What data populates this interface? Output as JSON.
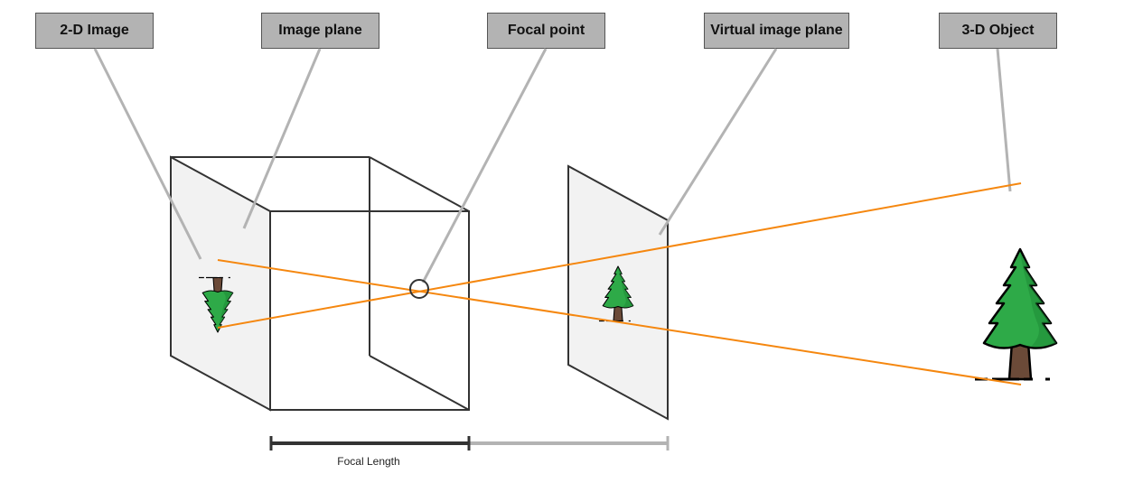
{
  "labels": {
    "image_2d": "2-D Image",
    "image_plane": "Image plane",
    "focal_point": "Focal point",
    "virtual_image_plane": "Virtual image plane",
    "object_3d": "3-D Object"
  },
  "focal_length_label": "Focal Length",
  "colors": {
    "label_fill": "#b3b3b3",
    "label_border": "#555555",
    "ray": "#f5870f",
    "leader_line": "#b3b3b3",
    "box_stroke": "#333333",
    "plane_fill": "#f2f2f2",
    "tree_green": "#2eaa48",
    "tree_dark_green": "#1f8a37",
    "trunk": "#6b4a38",
    "focal_bar": "#333333",
    "extension_bar": "#b3b3b3"
  }
}
